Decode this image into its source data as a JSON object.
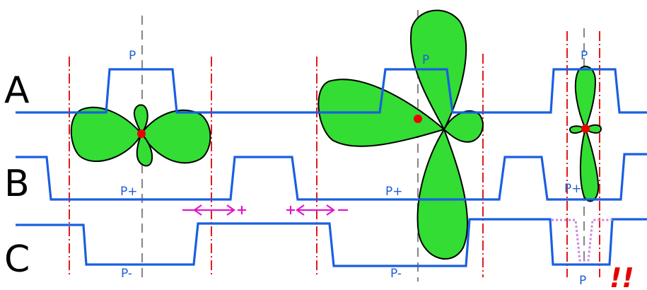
{
  "rows": {
    "a": "A",
    "b": "B",
    "c": "C"
  },
  "labels": {
    "p_left_top": "P",
    "p_mid_top": "P",
    "p_right_top": "P",
    "p_right_bottom": "P",
    "pplus_left": "P+",
    "pplus_mid": "P+",
    "pplus_right": "P+",
    "pminus_left": "P-",
    "pminus_mid": "P-"
  },
  "warning": "!!",
  "colors": {
    "signal": "#1a5fe0",
    "lobe_fill": "#33dd33",
    "marker": "#e31a1a",
    "axis": "#8a8a8a",
    "shift_arrow": "#e016c8",
    "dip": "#cc88dd"
  }
}
